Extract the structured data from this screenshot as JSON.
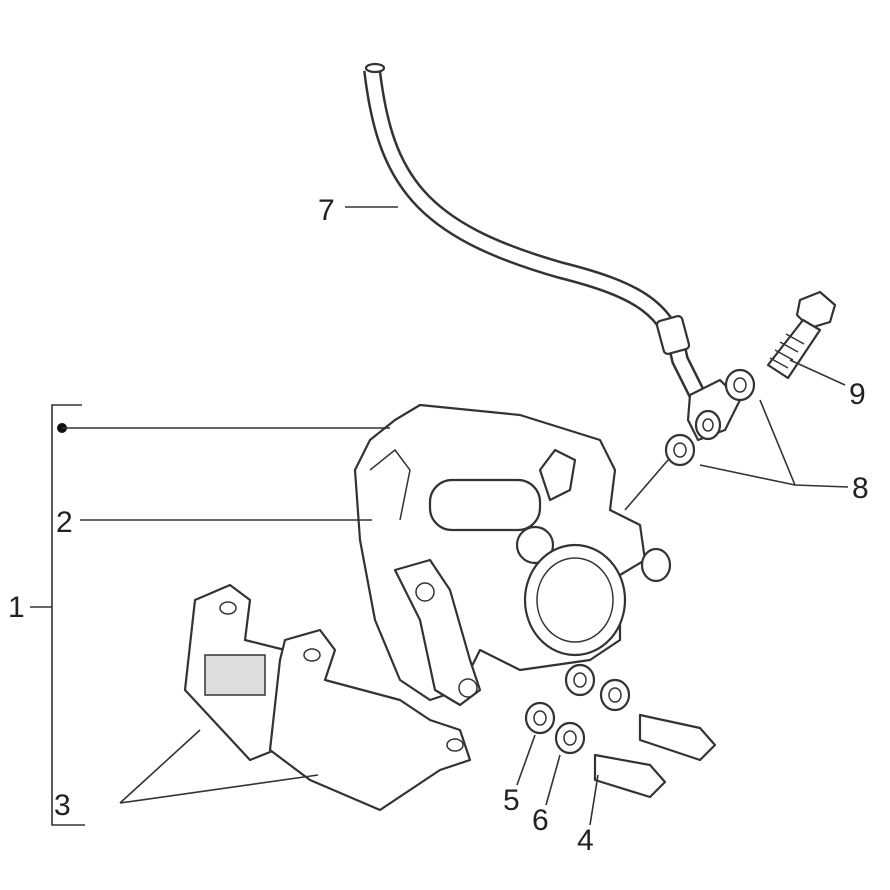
{
  "diagram": {
    "type": "exploded parts diagram",
    "callouts": [
      {
        "id": "1",
        "label": "1"
      },
      {
        "id": "2",
        "label": "2"
      },
      {
        "id": "3",
        "label": "3"
      },
      {
        "id": "4",
        "label": "4"
      },
      {
        "id": "5",
        "label": "5"
      },
      {
        "id": "6",
        "label": "6"
      },
      {
        "id": "7",
        "label": "7"
      },
      {
        "id": "8",
        "label": "8"
      },
      {
        "id": "9",
        "label": "9"
      }
    ]
  }
}
